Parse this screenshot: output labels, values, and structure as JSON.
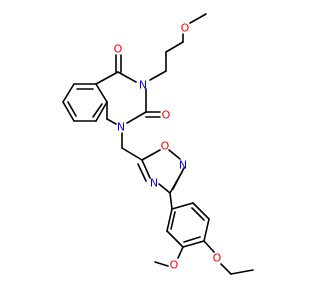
{
  "figure": {
    "type": "chemical-structure",
    "background": "#ffffff",
    "bond_color": "#000000",
    "colors": {
      "O": "#ff0000",
      "N": "#0000ff"
    }
  },
  "atoms": {
    "o_ether_top": "O",
    "o_c4": "O",
    "n3": "N",
    "o_c2": "O",
    "n1": "N",
    "o_ring": "O",
    "n_ring_upper": "N",
    "n_ring_lower": "N",
    "o_methoxy": "O",
    "o_ethoxy": "O"
  }
}
